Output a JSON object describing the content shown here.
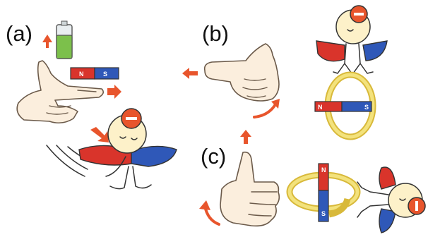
{
  "panels": {
    "a": {
      "label": "(a)"
    },
    "b": {
      "label": "(b)"
    },
    "c": {
      "label": "(c)"
    }
  },
  "magnet": {
    "north": "N",
    "south": "S"
  },
  "colors": {
    "arrow": "#e8552c",
    "magnet_north": "#d9342b",
    "magnet_south": "#2f58b8",
    "ring": "#d8b93a",
    "skin": "#fbeedd",
    "battery": "#7cc04b"
  }
}
